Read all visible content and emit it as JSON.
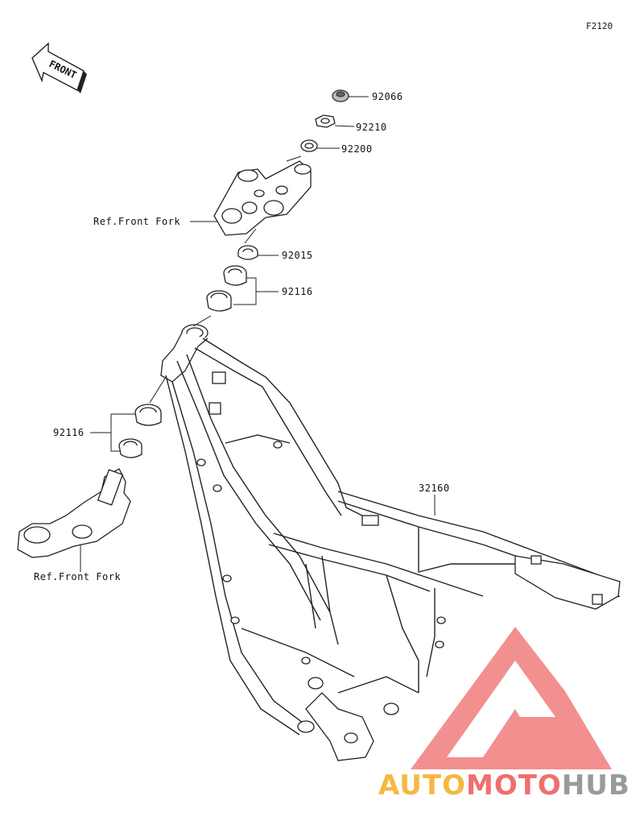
{
  "diagram": {
    "code": "F2120",
    "front_arrow_text": "FRONT",
    "parts": [
      {
        "id": "p92066",
        "number": "92066"
      },
      {
        "id": "p92210",
        "number": "92210"
      },
      {
        "id": "p92200",
        "number": "92200"
      },
      {
        "id": "pref1",
        "number": "Ref.Front Fork"
      },
      {
        "id": "p92015",
        "number": "92015"
      },
      {
        "id": "p92116a",
        "number": "92116"
      },
      {
        "id": "p92116b",
        "number": "92116"
      },
      {
        "id": "p32160",
        "number": "32160"
      },
      {
        "id": "pref2",
        "number": "Ref.Front Fork"
      }
    ]
  },
  "watermark": {
    "part1": "AUTO",
    "part2": "MOTO",
    "part3": "HUB",
    "color1": "#f5b842",
    "color2": "#f06f6f",
    "color3": "#9a9a9a",
    "logo_color": "#f07d7d"
  }
}
